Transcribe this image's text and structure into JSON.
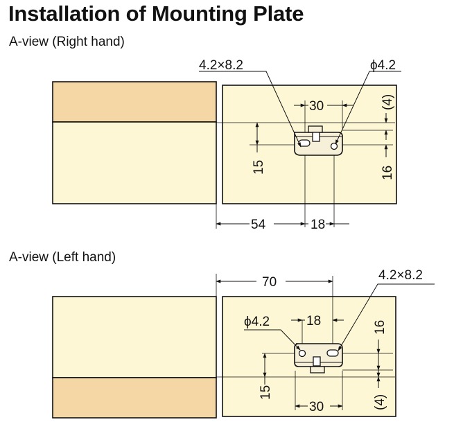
{
  "title": "Installation of Mounting Plate",
  "colors": {
    "wood_edge": "#f5d7a6",
    "wood_face": "#fdf7d6",
    "outline": "#111111",
    "background": "#ffffff"
  },
  "right_view": {
    "label": "A-view (Right hand)",
    "dims": {
      "slot": "4.2×8.2",
      "hole": "ϕ4.2",
      "width": "30",
      "top": "(4)",
      "height_left": "15",
      "height_right": "16",
      "from_edge": "54",
      "spacing": "18"
    }
  },
  "left_view": {
    "label": "A-view (Left hand)",
    "dims": {
      "from_edge": "70",
      "slot": "4.2×8.2",
      "hole": "ϕ4.2",
      "spacing": "18",
      "height_right": "16",
      "height_left": "15",
      "width": "30",
      "bottom": "(4)"
    }
  }
}
